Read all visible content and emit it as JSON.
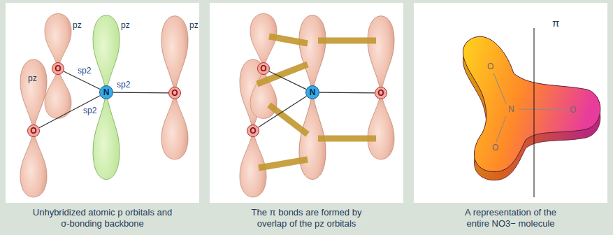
{
  "diagram": {
    "nodes": [
      {
        "text": [
          "Unhybridized atomic p orbitals and σ-bonding backbone"
        ]
      },
      {
        "text": [
          "O"
        ],
        "in": 0
      },
      {
        "text": [
          "N"
        ],
        "in": 0
      },
      {
        "text": [
          "O"
        ],
        "in": 0
      },
      {
        "text": [
          "O"
        ],
        "in": 0
      },
      {
        "text": [
          "The π bonds are formed by overlap of the pz orbitals"
        ]
      },
      {
        "text": [
          "O"
        ],
        "in": 5
      },
      {
        "text": [
          "N"
        ],
        "in": 5
      },
      {
        "text": [
          "O"
        ],
        "in": 5
      },
      {
        "text": [
          "O"
        ],
        "in": 5
      },
      {
        "text": [
          "A representation of the entire NO3− molecule"
        ]
      }
    ],
    "edges": [
      {
        "from": 2,
        "to": 1,
        "arrow": "none"
      },
      {
        "from": 2,
        "to": 3,
        "arrow": "none"
      },
      {
        "from": 2,
        "to": 4,
        "arrow": "none"
      },
      {
        "from": 7,
        "to": 6,
        "arrow": "none"
      },
      {
        "from": 7,
        "to": 8,
        "arrow": "none"
      },
      {
        "from": 7,
        "to": 9,
        "arrow": "none"
      }
    ],
    "labels": [
      "pz",
      "pz",
      "pz",
      "pz",
      "sp2",
      "sp2",
      "sp2",
      "O",
      "N",
      "O",
      "O",
      "π"
    ]
  }
}
